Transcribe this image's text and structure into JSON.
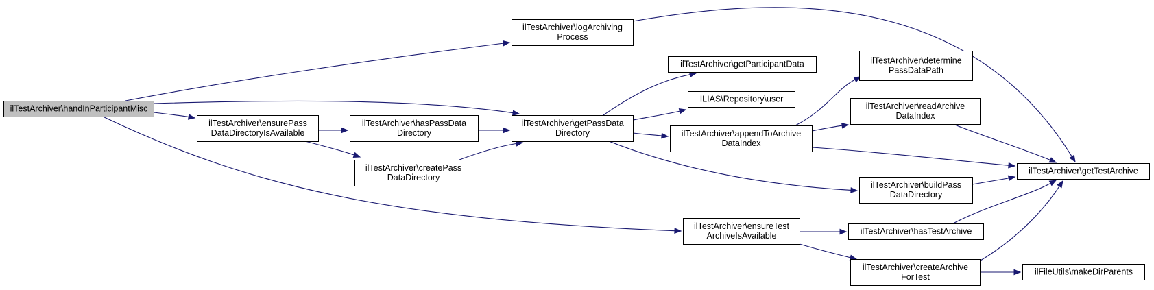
{
  "nodes": [
    {
      "id": "n0",
      "lines": [
        "ilTestArchiver\\handInParticipantMisc"
      ],
      "root": true
    },
    {
      "id": "n1",
      "lines": [
        "ilTestArchiver\\logArchiving",
        "Process"
      ]
    },
    {
      "id": "n2",
      "lines": [
        "ilTestArchiver\\getPassData",
        "Directory"
      ]
    },
    {
      "id": "n3",
      "lines": [
        "ilTestArchiver\\ensurePass",
        "DataDirectoryIsAvailable"
      ]
    },
    {
      "id": "n4",
      "lines": [
        "ilTestArchiver\\ensureTest",
        "ArchiveIsAvailable"
      ]
    },
    {
      "id": "n5",
      "lines": [
        "ilTestArchiver\\getTestArchive"
      ]
    },
    {
      "id": "n6",
      "lines": [
        "ilTestArchiver\\getParticipantData"
      ]
    },
    {
      "id": "n7",
      "lines": [
        "ILIAS\\Repository\\user"
      ]
    },
    {
      "id": "n8",
      "lines": [
        "ilTestArchiver\\appendToArchive",
        "DataIndex"
      ]
    },
    {
      "id": "n9",
      "lines": [
        "ilTestArchiver\\buildPass",
        "DataDirectory"
      ]
    },
    {
      "id": "n10",
      "lines": [
        "ilTestArchiver\\determine",
        "PassDataPath"
      ]
    },
    {
      "id": "n11",
      "lines": [
        "ilTestArchiver\\readArchive",
        "DataIndex"
      ]
    },
    {
      "id": "n12",
      "lines": [
        "ilTestArchiver\\hasPassData",
        "Directory"
      ]
    },
    {
      "id": "n13",
      "lines": [
        "ilTestArchiver\\createPass",
        "DataDirectory"
      ]
    },
    {
      "id": "n14",
      "lines": [
        "ilTestArchiver\\hasTestArchive"
      ]
    },
    {
      "id": "n15",
      "lines": [
        "ilTestArchiver\\createArchive",
        "ForTest"
      ]
    },
    {
      "id": "n16",
      "lines": [
        "ilFileUtils\\makeDirParents"
      ]
    }
  ],
  "edges": [
    {
      "from": "n0",
      "to": "n1"
    },
    {
      "from": "n0",
      "to": "n2"
    },
    {
      "from": "n0",
      "to": "n3"
    },
    {
      "from": "n0",
      "to": "n4"
    },
    {
      "from": "n1",
      "to": "n5"
    },
    {
      "from": "n2",
      "to": "n6"
    },
    {
      "from": "n2",
      "to": "n7"
    },
    {
      "from": "n2",
      "to": "n8"
    },
    {
      "from": "n2",
      "to": "n9"
    },
    {
      "from": "n8",
      "to": "n10"
    },
    {
      "from": "n8",
      "to": "n11"
    },
    {
      "from": "n8",
      "to": "n5"
    },
    {
      "from": "n11",
      "to": "n5"
    },
    {
      "from": "n9",
      "to": "n5"
    },
    {
      "from": "n3",
      "to": "n12"
    },
    {
      "from": "n3",
      "to": "n13"
    },
    {
      "from": "n12",
      "to": "n2"
    },
    {
      "from": "n13",
      "to": "n2"
    },
    {
      "from": "n4",
      "to": "n14"
    },
    {
      "from": "n4",
      "to": "n15"
    },
    {
      "from": "n14",
      "to": "n5"
    },
    {
      "from": "n15",
      "to": "n5"
    },
    {
      "from": "n15",
      "to": "n16"
    }
  ],
  "colors": {
    "edge": "#191970",
    "root_fill": "#bfbfbf",
    "node_fill": "#ffffff",
    "node_border": "#000000"
  }
}
